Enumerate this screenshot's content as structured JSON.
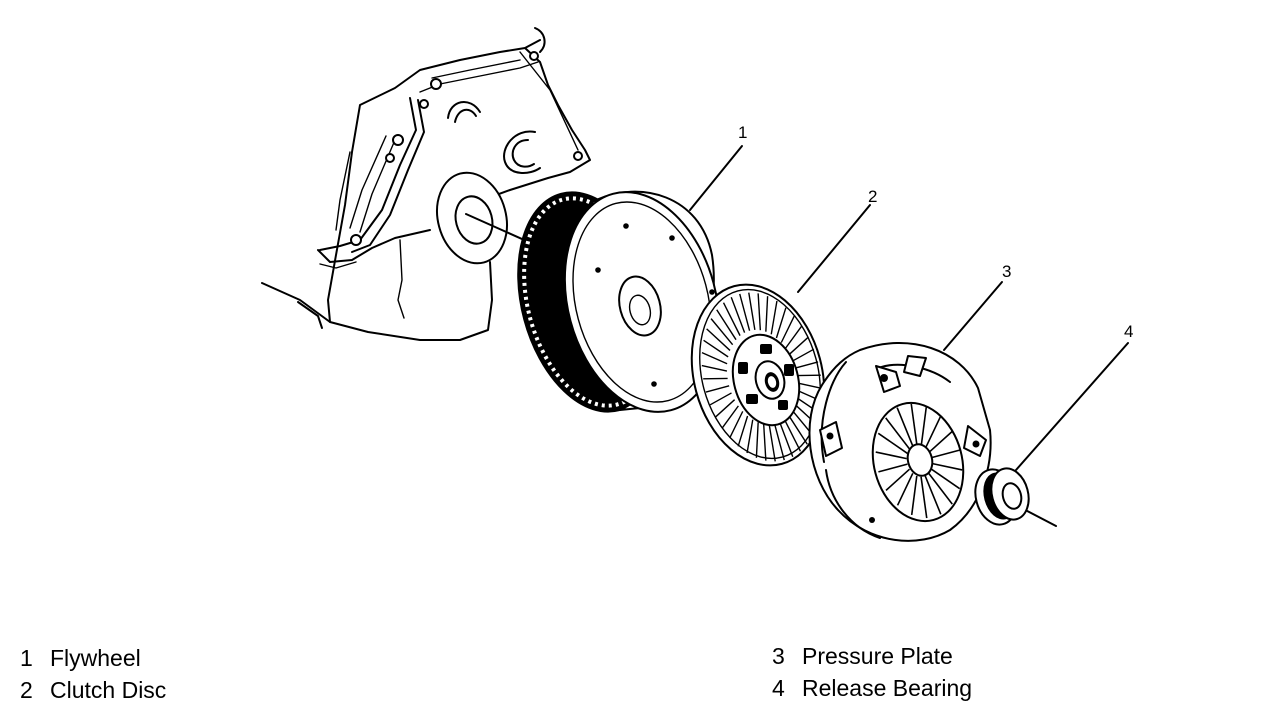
{
  "callouts": [
    {
      "id": "1",
      "label": "1"
    },
    {
      "id": "2",
      "label": "2"
    },
    {
      "id": "3",
      "label": "3"
    },
    {
      "id": "4",
      "label": "4"
    }
  ],
  "legend": {
    "items": [
      {
        "number": "1",
        "text": "Flywheel"
      },
      {
        "number": "2",
        "text": "Clutch Disc"
      },
      {
        "number": "3",
        "text": "Pressure Plate"
      },
      {
        "number": "4",
        "text": "Release Bearing"
      }
    ]
  }
}
